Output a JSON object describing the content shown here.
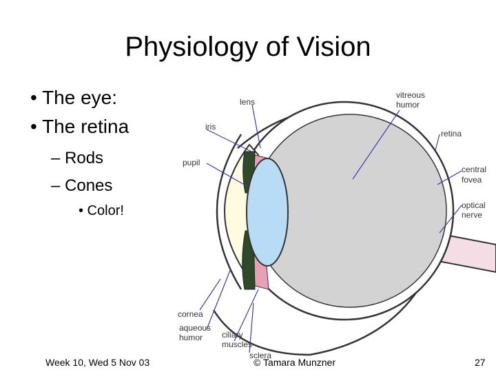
{
  "slide": {
    "title": "Physiology of Vision",
    "bullets": [
      "• The eye:",
      "• The retina"
    ],
    "sub_bullets": [
      "– Rods",
      "– Cones"
    ],
    "subsub_bullets": [
      "• Color!"
    ]
  },
  "diagram": {
    "labels": {
      "lens": "lens",
      "vitreous": [
        "vitreous",
        "humor"
      ],
      "iris": "iris",
      "retina": "retina",
      "pupil": "pupil",
      "central_fovea": [
        "central",
        "fovea"
      ],
      "optical_nerve": [
        "optical",
        "nerve"
      ],
      "cornea": "cornea",
      "aqueous": [
        "aqueous",
        "humor"
      ],
      "ciliary": [
        "ciliary",
        "muscles"
      ],
      "sclera": "sclera"
    },
    "colors": {
      "vitreous": "#d3d3d3",
      "lens": "#b8dcf5",
      "iris": "#2e4a2a",
      "aqueous": "#fffbe0",
      "ciliary": "#e8a0b8"
    }
  },
  "footer": {
    "left": "Week 10, Wed 5 Nov 03",
    "center": "© Tamara Munzner",
    "page": "27"
  }
}
